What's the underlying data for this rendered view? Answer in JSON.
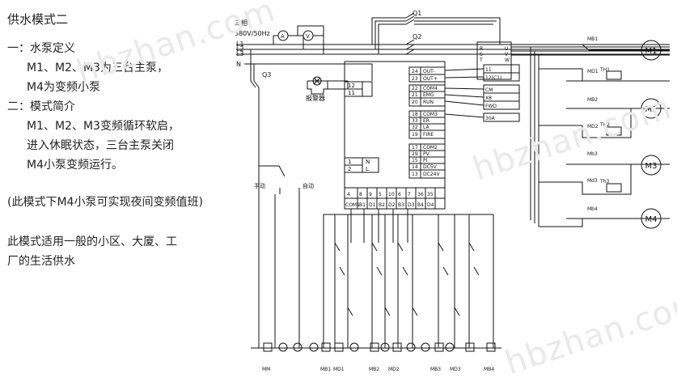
{
  "left_panel": {
    "title": "供水模式二",
    "section1_heading": "一：水泵定义",
    "section1_line1": "M1、M2、M3为三台主泵，",
    "section1_line2": "M4为变频小泵",
    "section2_heading": "二：模式简介",
    "section2_line1": "M1、M2、M3变频循环软启，",
    "section2_line2": "进入休眠状态，三台主泵关闭",
    "section2_line3": "M4小泵变频运行。",
    "note": "(此模式下M4小泵可实现夜间变频值班)",
    "usage_line1": "此模式适用一般的小区、大厦、工",
    "usage_line2": "厂的生活供水"
  },
  "diagram": {
    "supply_line1": "三相",
    "supply_line2": "380V/50Hz",
    "phases": [
      "L1",
      "L2",
      "L3"
    ],
    "neutral": "N",
    "ammeter": "A",
    "voltmeter": "V",
    "breakers": [
      "Q1",
      "Q2",
      "Q3"
    ],
    "alarm_label": "报警器",
    "controller_pins_top": [
      "12",
      "11"
    ],
    "controller_io": [
      {
        "num": "24",
        "name": "OUT-"
      },
      {
        "num": "23",
        "name": "OUT+"
      },
      {
        "num": "22",
        "name": "COM4"
      },
      {
        "num": "21",
        "name": "EMG"
      },
      {
        "num": "20",
        "name": "RUN"
      },
      {
        "num": "18",
        "name": "COM3"
      },
      {
        "num": "33",
        "name": "ER"
      },
      {
        "num": "32",
        "name": "LA"
      },
      {
        "num": "19",
        "name": "FIRE"
      },
      {
        "num": "17",
        "name": "COM2"
      },
      {
        "num": "29",
        "name": "PV"
      },
      {
        "num": "15",
        "name": "PI"
      },
      {
        "num": "14",
        "name": "DC5V"
      },
      {
        "num": "13",
        "name": "DC24V"
      }
    ],
    "vfd_inputs": [
      "R",
      "S",
      "T"
    ],
    "vfd_outputs": [
      "U",
      "V",
      "W"
    ],
    "vfd_terminals": [
      "11",
      "12(C1)",
      "CM",
      "X8",
      "FWD",
      "30A"
    ],
    "power_pins": [
      {
        "num": "1",
        "name": "N"
      },
      {
        "num": "2",
        "name": "L"
      }
    ],
    "bottom_pin_numbers": [
      "4",
      "8",
      "9",
      "5",
      "10",
      "6",
      "7",
      "36",
      "35"
    ],
    "bottom_pin_names": [
      "COM1",
      "B1",
      "D1",
      "B2",
      "D2",
      "B3",
      "D3",
      "B4",
      "D4"
    ],
    "manual_label": "手动",
    "auto_label": "自动",
    "motors": [
      "M1",
      "M2",
      "M3",
      "M4"
    ],
    "contactors": [
      "MB1",
      "MD1",
      "MB2",
      "MD2",
      "Mb3",
      "Md3",
      "Mb4"
    ],
    "relays": [
      "TH1",
      "TH2",
      "Th3"
    ],
    "bottom_labels": [
      "MM",
      "MB1",
      "MD1",
      "MB2",
      "MD2",
      "MB3",
      "MD3",
      "MB4"
    ]
  },
  "watermarks": [
    "hbzhan.com",
    "hbzhan.com",
    "hbzhan.com"
  ]
}
